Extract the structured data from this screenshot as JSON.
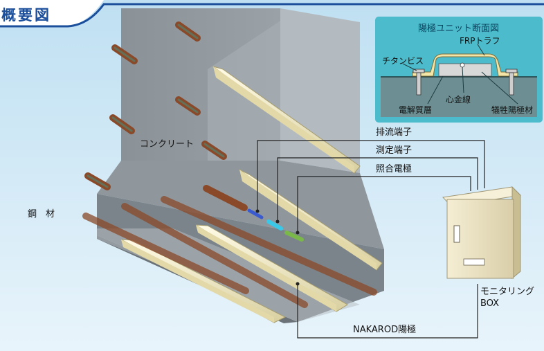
{
  "title": "概要図",
  "labels": {
    "concrete": "コンクリート",
    "steel": "鋼　材",
    "drain_terminal": "排流端子",
    "measure_terminal": "測定端子",
    "reference_electrode": "照合電極",
    "monitoring_box": "モニタリング",
    "monitoring_box_2": "BOX",
    "anode": "NAKAROD陽極"
  },
  "inset": {
    "title": "陽極ユニット断面図",
    "frp_trough": "FRPトラフ",
    "titanium_screw": "チタンビス",
    "core_wire": "心金線",
    "electrolyte_layer": "電解質層",
    "sacrificial_anode": "犠牲陽極材"
  },
  "colors": {
    "title_blue": "#1b4f9c",
    "background_sky": "#cfe6f4",
    "concrete": "#8c949a",
    "inset_bg": "#4cbccc",
    "box_beige": "#efe6c8",
    "rebar": "#9a5a38",
    "anode_cream": "#f3ecc8"
  }
}
